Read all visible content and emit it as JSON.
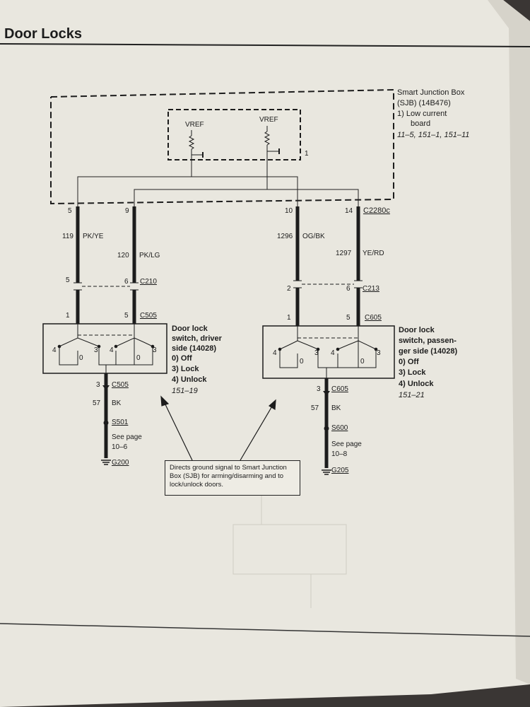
{
  "header": {
    "title": "Door Locks"
  },
  "sjb": {
    "title": "Smart Junction Box",
    "title2": "(SJB) (14B476)",
    "item1a": "1)  Low current",
    "item1b": "board",
    "refs": "11–5, 151–1, 151–11",
    "vref1": "VREF",
    "vref2": "VREF",
    "inner_label": "1",
    "connector": "C2280c",
    "pins": [
      "5",
      "9",
      "10",
      "14"
    ]
  },
  "wires": [
    {
      "circuit": "119",
      "color": "PK/YE"
    },
    {
      "circuit": "120",
      "color": "PK/LG"
    },
    {
      "circuit": "1296",
      "color": "OG/BK"
    },
    {
      "circuit": "1297",
      "color": "YE/RD"
    }
  ],
  "connectors": {
    "c210": {
      "name": "C210",
      "pin_left": "5",
      "pin_right": "6"
    },
    "c213": {
      "name": "C213",
      "pin_left": "2",
      "pin_right": "6"
    },
    "c505_top": {
      "name": "C505",
      "pin_left": "1",
      "pin_right": "5"
    },
    "c605_top": {
      "name": "C605",
      "pin_left": "1",
      "pin_right": "5"
    }
  },
  "driver_switch": {
    "title1": "Door lock",
    "title2": "switch, driver",
    "title3": "side (14028)",
    "pos0": "0)  Off",
    "pos3": "3)  Lock",
    "pos4": "4)  Unlock",
    "ref": "151–19",
    "marks": [
      "4",
      "0",
      "3",
      "4",
      "0",
      "3"
    ],
    "ground_pin": "3",
    "ground_connector": "C505",
    "ground_circuit": "57",
    "ground_color": "BK",
    "splice": "S501",
    "see1": "See page",
    "see2": "10–6",
    "ground": "G200"
  },
  "passenger_switch": {
    "title1": "Door lock",
    "title2": "switch, passen-",
    "title3": "ger side (14028)",
    "pos0": "0)  Off",
    "pos3": "3)  Lock",
    "pos4": "4)  Unlock",
    "ref": "151–21",
    "marks": [
      "4",
      "0",
      "3",
      "4",
      "0",
      "3"
    ],
    "ground_pin": "3",
    "ground_connector": "C605",
    "ground_circuit": "57",
    "ground_color": "BK",
    "splice": "S600",
    "see1": "See page",
    "see2": "10–8",
    "ground": "G205"
  },
  "callout": {
    "text": "Directs ground signal to Smart Junction Box (SJB) for arming/disarming and to lock/unlock doors."
  }
}
